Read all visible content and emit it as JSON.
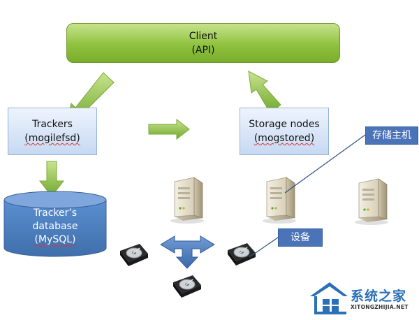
{
  "client": {
    "line1": "Client",
    "line2": "(API)"
  },
  "trackers": {
    "line1": "Trackers",
    "line2": "(mogilefsd)"
  },
  "storage": {
    "line1": "Storage nodes",
    "line2": "(mogstored)"
  },
  "database": {
    "line1": "Tracker’s",
    "line2": "database",
    "line3": "(MySQL)"
  },
  "callouts": {
    "host": "存储主机",
    "device": "设备"
  },
  "logo": {
    "cn": "系统之家",
    "en": "XITONGZHIJIA.NET"
  },
  "colors": {
    "client_green": "#8fc23e",
    "arrow_green": "#8cc63f",
    "node_blue": "#c6d9f2",
    "db_blue": "#4f81bd",
    "callout_blue": "#4b73b8",
    "logo_blue": "#2a6fb8"
  },
  "icons": [
    "server-icon",
    "hard-disk-icon",
    "four-way-arrow-icon",
    "logo-house-icon"
  ]
}
